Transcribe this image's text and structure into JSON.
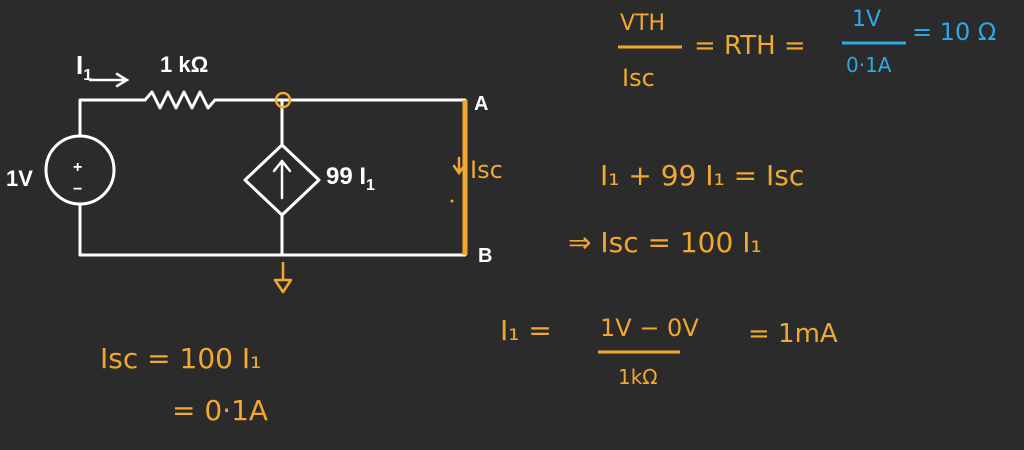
{
  "circuit": {
    "current_label": "I",
    "current_sub": "1",
    "resistor_label": "1 kΩ",
    "source_label": "1V",
    "source_plus": "+",
    "source_minus": "−",
    "dependent_label": "99 I",
    "dependent_sub": "1",
    "node_a": "A",
    "node_b": "B",
    "isc_label": "Isc"
  },
  "notes": {
    "eq1": {
      "numerator": "VTH",
      "denominator": "Isc",
      "mid": "= RTH =",
      "frac2_num": "1V",
      "frac2_den": "0·1A",
      "result": "= 10 Ω"
    },
    "eq2": "I₁ + 99 I₁ = Isc",
    "eq3": "⇒ Isc = 100 I₁",
    "eq4": {
      "lhs": "I₁ =",
      "numerator": "1V − 0V",
      "denominator": "1kΩ",
      "result": "= 1mA"
    },
    "eq5": {
      "line1": "Isc = 100 I₁",
      "line2": "= 0·1A"
    }
  },
  "colors": {
    "background": "#2b2b2b",
    "wire": "#ffffff",
    "annotation": "#f0a830",
    "highlight": "#2fa7e8"
  }
}
